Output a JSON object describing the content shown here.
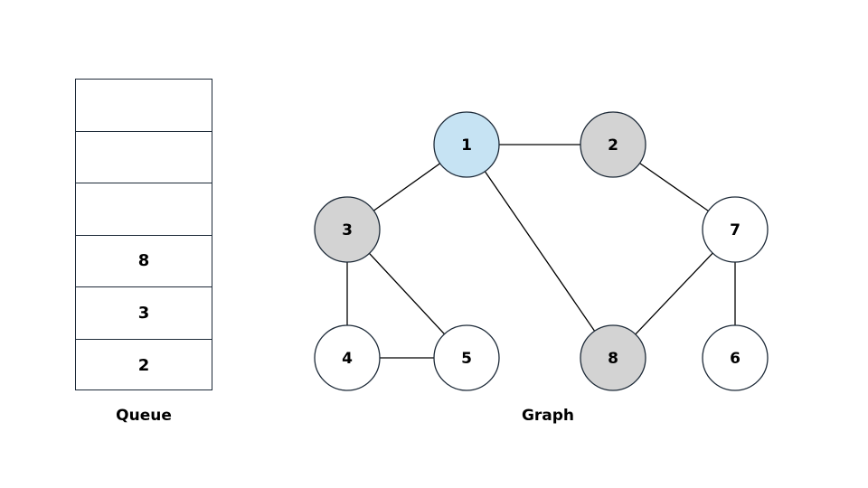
{
  "queue": {
    "caption": "Queue",
    "slots": [
      "",
      "",
      "",
      "8",
      "3",
      "2"
    ]
  },
  "graph": {
    "caption": "Graph",
    "colors": {
      "visited": "#d3d3d3",
      "current": "#c6e3f3",
      "unvisited": "#ffffff",
      "stroke": "#1d2a38"
    },
    "nodes": [
      {
        "id": "1",
        "label": "1",
        "state": "current"
      },
      {
        "id": "2",
        "label": "2",
        "state": "visited"
      },
      {
        "id": "3",
        "label": "3",
        "state": "visited"
      },
      {
        "id": "7",
        "label": "7",
        "state": "unvisited"
      },
      {
        "id": "4",
        "label": "4",
        "state": "unvisited"
      },
      {
        "id": "5",
        "label": "5",
        "state": "unvisited"
      },
      {
        "id": "8",
        "label": "8",
        "state": "visited"
      },
      {
        "id": "6",
        "label": "6",
        "state": "unvisited"
      }
    ],
    "edges": [
      [
        "1",
        "2"
      ],
      [
        "1",
        "3"
      ],
      [
        "1",
        "8"
      ],
      [
        "2",
        "7"
      ],
      [
        "3",
        "4"
      ],
      [
        "3",
        "5"
      ],
      [
        "4",
        "5"
      ],
      [
        "7",
        "8"
      ],
      [
        "7",
        "6"
      ]
    ]
  }
}
